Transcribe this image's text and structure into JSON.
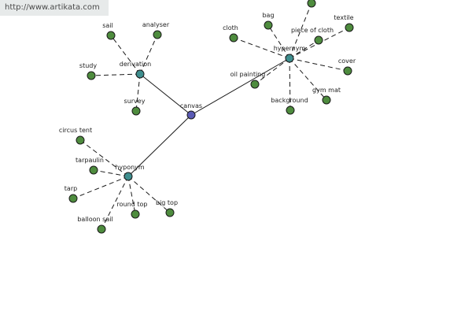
{
  "watermark": "http://www.artikata.com",
  "colors": {
    "center": "#5a5ab4",
    "relation": "#3e8e8e",
    "leaf": "#4e8c3e",
    "edge": "#1a1a1a"
  },
  "nodes": {
    "center": {
      "label": "canvas"
    },
    "relations": [
      {
        "id": "derivation",
        "label": "derivation"
      },
      {
        "id": "hypernym",
        "label": "hypernym"
      },
      {
        "id": "hyponym",
        "label": "hyponym"
      }
    ],
    "leaves": [
      {
        "id": "sail",
        "label": "sail",
        "parent": "derivation"
      },
      {
        "id": "analyser",
        "label": "analyser",
        "parent": "derivation"
      },
      {
        "id": "study",
        "label": "study",
        "parent": "derivation"
      },
      {
        "id": "survey",
        "label": "survey",
        "parent": "derivation"
      },
      {
        "id": "cloth",
        "label": "cloth",
        "parent": "hypernym"
      },
      {
        "id": "bag",
        "label": "bag",
        "parent": "hypernym"
      },
      {
        "id": "top-offscreen",
        "label": "",
        "parent": "hypernym"
      },
      {
        "id": "textile",
        "label": "textile",
        "parent": "hypernym"
      },
      {
        "id": "piece-of-cloth",
        "label": "piece of cloth",
        "parent": "hypernym"
      },
      {
        "id": "cover",
        "label": "cover",
        "parent": "hypernym"
      },
      {
        "id": "gym-mat",
        "label": "gym mat",
        "parent": "hypernym"
      },
      {
        "id": "background",
        "label": "background",
        "parent": "hypernym"
      },
      {
        "id": "oil-painting",
        "label": "oil painting",
        "parent": "hypernym"
      },
      {
        "id": "circus-tent",
        "label": "circus tent",
        "parent": "hyponym"
      },
      {
        "id": "tarpaulin",
        "label": "tarpaulin",
        "parent": "hyponym"
      },
      {
        "id": "tarp",
        "label": "tarp",
        "parent": "hyponym"
      },
      {
        "id": "balloon-sail",
        "label": "balloon sail",
        "parent": "hyponym"
      },
      {
        "id": "round-top",
        "label": "round top",
        "parent": "hyponym"
      },
      {
        "id": "big-top",
        "label": "big top",
        "parent": "hyponym"
      }
    ]
  }
}
